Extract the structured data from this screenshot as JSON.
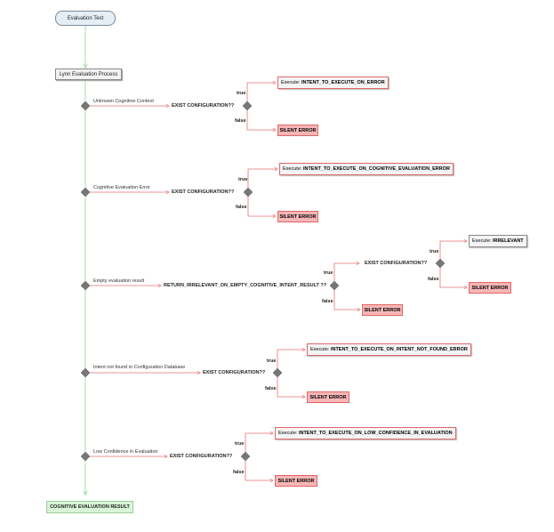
{
  "start": "Evaluation Text",
  "process": "Lynn Evaluation Process",
  "result": "COGNITIVE EVALUATION RESULT",
  "exec_prefix": "Execute:",
  "true_label": "true",
  "false_label": "false",
  "error_label": "SILENT ERROR",
  "branches": [
    {
      "condition": "Unknown Cognitive Context",
      "question": "EXIST CONFIGURATION??",
      "execute": "INTENT_TO_EXECUTE_ON_ERROR"
    },
    {
      "condition": "Cognitive Evaluation Error",
      "question": "EXIST CONFIGURATION??",
      "execute": "INTENT_TO_EXECUTE_ON_COGNITIVE_EVALUATION_ERROR"
    },
    {
      "condition": "Empty evaluation result",
      "question": "RETURN_IRRELEVANT_ON_EMPTY_COGNITIVE_INTENT_RESULT ??",
      "nested_question": "EXIST CONFIGURATION??",
      "execute": "IRRELEVANT"
    },
    {
      "condition": "Intent not found in Configuration Database",
      "question": "EXIST CONFIGURATION??",
      "execute": "INTENT_TO_EXECUTE_ON_INTENT_NOT_FOUND_ERROR"
    },
    {
      "condition": "Low Confidence in Evaluation",
      "question": "EXIST CONFIGURATION??",
      "execute": "INTENT_TO_EXECUTE_ON_LOW_CONFIDENCE_IN_EVALUATION"
    }
  ],
  "colors": {
    "main_line": "#a6e0a6",
    "branch_line": "#e57373",
    "decision": "#777777",
    "error_fill": "#f8b6b6",
    "error_border": "#e06666",
    "result_fill": "#d7f5d7"
  }
}
